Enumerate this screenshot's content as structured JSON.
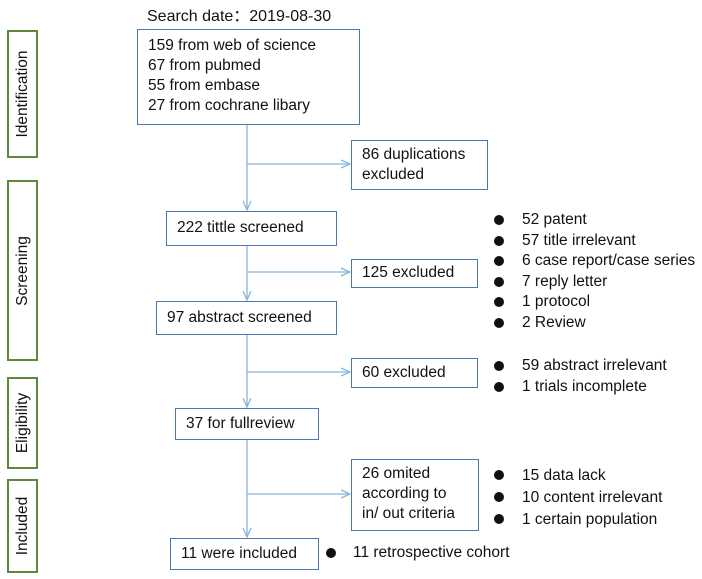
{
  "search_date": "Search date：2019-08-30",
  "stages": [
    "Identification",
    "Screening",
    "Eligibility",
    "Included"
  ],
  "identification_box": [
    "159 from web of science",
    "67 from pubmed",
    "55 from embase",
    "27 from cochrane libary"
  ],
  "duplications_box": [
    "86 duplications",
    "excluded"
  ],
  "title_screened": "222 tittle screened",
  "title_excluded": "125 excluded",
  "title_exclusion_reasons": [
    "52 patent",
    "57 title irrelevant",
    "6 case report/case series",
    "7 reply letter",
    "1 protocol",
    "2 Review"
  ],
  "abstract_screened": "97 abstract screened",
  "abstract_excluded": "60 excluded",
  "abstract_exclusion_reasons": [
    "59 abstract irrelevant",
    "1 trials incomplete"
  ],
  "full_review": "37 for fullreview",
  "fulltext_excluded": [
    "26 omited",
    "according to",
    "in/ out criteria"
  ],
  "fulltext_exclusion_reasons": [
    "15 data lack",
    "10 content irrelevant",
    "1 certain population"
  ],
  "included": "11 were included",
  "included_details": [
    "11 retrospective cohort"
  ],
  "colors": {
    "box_border": "#4a78b5",
    "arrow": "#8ab4dc",
    "stage_border": "#5d8a3a"
  }
}
